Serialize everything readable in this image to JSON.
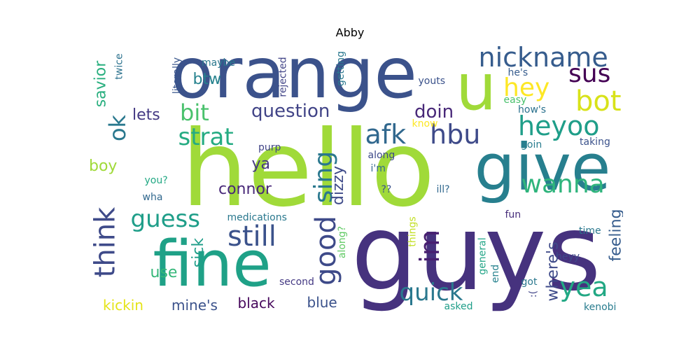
{
  "title": "Abby",
  "words": [
    {
      "key": "hello",
      "text": "hello",
      "color": "#a0da39"
    },
    {
      "key": "guys",
      "text": "guys",
      "color": "#46327e"
    },
    {
      "key": "orange",
      "text": "orange",
      "color": "#3b528b"
    },
    {
      "key": "give",
      "text": "give",
      "color": "#277f8e"
    },
    {
      "key": "fine",
      "text": "fine",
      "color": "#1fa187"
    },
    {
      "key": "u",
      "text": "u",
      "color": "#a0da39"
    },
    {
      "key": "nickname",
      "text": "nickname",
      "color": "#365c8d"
    },
    {
      "key": "sus",
      "text": "sus",
      "color": "#440154"
    },
    {
      "key": "hey",
      "text": "hey",
      "color": "#fde725"
    },
    {
      "key": "bot",
      "text": "bot",
      "color": "#d8e219"
    },
    {
      "key": "heyoo",
      "text": "heyoo",
      "color": "#1f9e89"
    },
    {
      "key": "afk",
      "text": "afk",
      "color": "#31688e"
    },
    {
      "key": "hbu",
      "text": "hbu",
      "color": "#3e4a89"
    },
    {
      "key": "bit",
      "text": "bit",
      "color": "#4ac16d"
    },
    {
      "key": "strat",
      "text": "strat",
      "color": "#25ab82"
    },
    {
      "key": "ok",
      "text": "ok",
      "color": "#2a788e"
    },
    {
      "key": "think",
      "text": "think",
      "color": "#3e4a89"
    },
    {
      "key": "still",
      "text": "still",
      "color": "#3b528b"
    },
    {
      "key": "guess",
      "text": "guess",
      "color": "#1f9e89"
    },
    {
      "key": "wanna",
      "text": "wanna",
      "color": "#2fb47c"
    },
    {
      "key": "yea",
      "text": "yea",
      "color": "#22a884"
    },
    {
      "key": "quick",
      "text": "quick",
      "color": "#2a788e"
    },
    {
      "key": "good",
      "text": "good",
      "color": "#3e4a89"
    },
    {
      "key": "sing",
      "text": "sing",
      "color": "#2a788e"
    },
    {
      "key": "im",
      "text": "im",
      "color": "#481f70"
    },
    {
      "key": "question",
      "text": "question",
      "color": "#414487"
    },
    {
      "key": "doin",
      "text": "doin",
      "color": "#482878"
    },
    {
      "key": "lets",
      "text": "lets",
      "color": "#443983"
    },
    {
      "key": "btw",
      "text": "btw",
      "color": "#26828e"
    },
    {
      "key": "savior",
      "text": "savior",
      "color": "#29af7f"
    },
    {
      "key": "boy",
      "text": "boy",
      "color": "#a0da39"
    },
    {
      "key": "connor",
      "text": "connor",
      "color": "#482878"
    },
    {
      "key": "ya",
      "text": "ya",
      "color": "#453781"
    },
    {
      "key": "dizzy",
      "text": "dizzy",
      "color": "#3e4a89"
    },
    {
      "key": "sick",
      "text": "sick",
      "color": "#1f9e89"
    },
    {
      "key": "use",
      "text": "use",
      "color": "#35b779"
    },
    {
      "key": "where_s",
      "text": "where's",
      "color": "#3e4a89"
    },
    {
      "key": "feeling",
      "text": "feeling",
      "color": "#365c8d"
    },
    {
      "key": "kickin",
      "text": "kickin",
      "color": "#e5e419"
    },
    {
      "key": "mine_s",
      "text": "mine's",
      "color": "#3b528b"
    },
    {
      "key": "black",
      "text": "black",
      "color": "#46085c"
    },
    {
      "key": "blue",
      "text": "blue",
      "color": "#3b528b"
    },
    {
      "key": "twice",
      "text": "twice",
      "color": "#2c728e"
    },
    {
      "key": "literally",
      "text": "literally",
      "color": "#39568c"
    },
    {
      "key": "maybe",
      "text": "maybe",
      "color": "#2a788e"
    },
    {
      "key": "rejected",
      "text": "rejected",
      "color": "#414487"
    },
    {
      "key": "getting",
      "text": "getting",
      "color": "#2a788e"
    },
    {
      "key": "youts",
      "text": "youts",
      "color": "#3b528b"
    },
    {
      "key": "he_s",
      "text": "he's",
      "color": "#365c8d"
    },
    {
      "key": "easy",
      "text": "easy",
      "color": "#4ac16d"
    },
    {
      "key": "how_s",
      "text": "how's",
      "color": "#2c728e"
    },
    {
      "key": "know",
      "text": "know",
      "color": "#fde725"
    },
    {
      "key": "goin",
      "text": "goin",
      "color": "#287c8e"
    },
    {
      "key": "taking",
      "text": "taking",
      "color": "#3b528b"
    },
    {
      "key": "along",
      "text": "along",
      "color": "#3e4a89"
    },
    {
      "key": "i_m",
      "text": "i'm",
      "color": "#31688e"
    },
    {
      "key": "purp",
      "text": "purp",
      "color": "#414487"
    },
    {
      "key": "you_q",
      "text": "you?",
      "color": "#22a884"
    },
    {
      "key": "wha",
      "text": "wha",
      "color": "#31688e"
    },
    {
      "key": "qq",
      "text": "??",
      "color": "#3b528b"
    },
    {
      "key": "ill_q",
      "text": "ill?",
      "color": "#31688e"
    },
    {
      "key": "medications",
      "text": "medications",
      "color": "#2a788e"
    },
    {
      "key": "along_q",
      "text": "along?",
      "color": "#5ec962"
    },
    {
      "key": "things",
      "text": "things",
      "color": "#c2df23"
    },
    {
      "key": "general",
      "text": "general",
      "color": "#20a486"
    },
    {
      "key": "end",
      "text": "end",
      "color": "#26828e"
    },
    {
      "key": "fun",
      "text": "fun",
      "color": "#472d7b"
    },
    {
      "key": "time",
      "text": "time",
      "color": "#2a788e"
    },
    {
      "key": "heyy",
      "text": "heyy",
      "color": "#3e4a89"
    },
    {
      "key": "frown",
      "text": ":(",
      "color": "#414487"
    },
    {
      "key": "second",
      "text": "second",
      "color": "#443983"
    },
    {
      "key": "got",
      "text": "got",
      "color": "#2a788e"
    },
    {
      "key": "asked",
      "text": "asked",
      "color": "#1f9e89"
    },
    {
      "key": "kenobi",
      "text": "kenobi",
      "color": "#287c8e"
    }
  ]
}
